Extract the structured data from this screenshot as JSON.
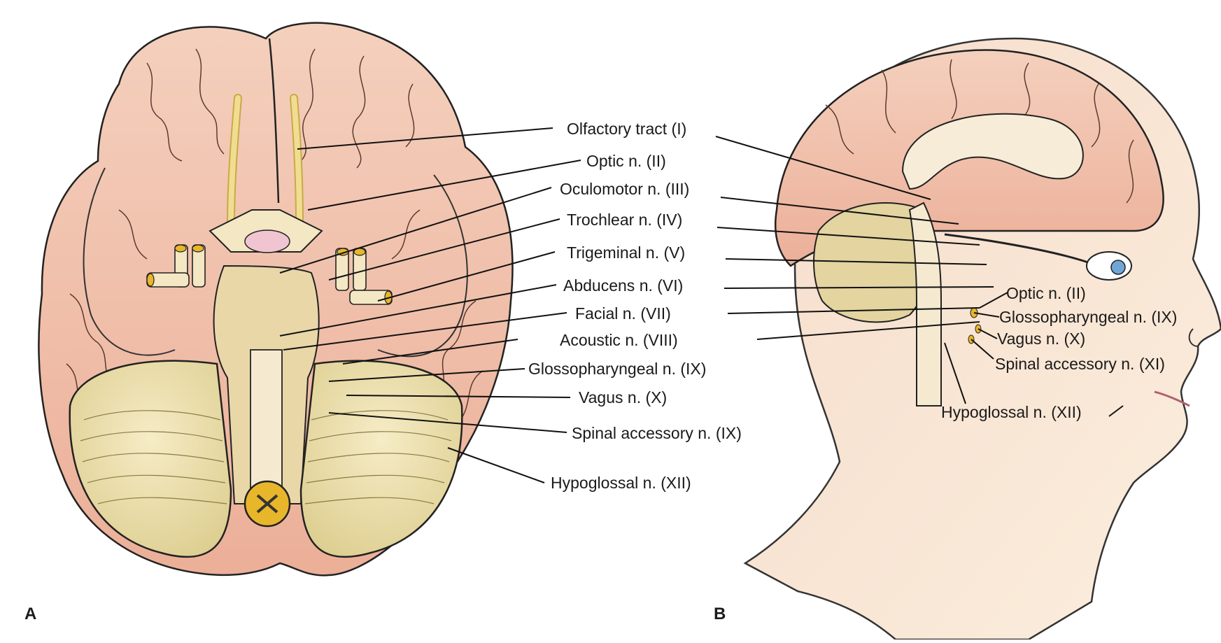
{
  "panel_a": {
    "letter": "A",
    "labels": [
      "Olfactory tract (I)",
      "Optic n. (II)",
      "Oculomotor n. (III)",
      "Trochlear n. (IV)",
      "Trigeminal n. (V)",
      "Abducens n. (VI)",
      "Facial n. (VII)",
      "Acoustic n. (VIII)",
      "Glossopharyngeal n. (IX)",
      "Vagus n. (X)",
      "Spinal accessory n. (IX)",
      "Hypoglossal n. (XII)"
    ]
  },
  "panel_b": {
    "letter": "B",
    "labels": [
      "Optic n. (II)",
      "Glossopharyngeal n. (IX)",
      "Vagus n. (X)",
      "Spinal accessory n. (XI)",
      "Hypoglossal n. (XII)"
    ]
  },
  "colors": {
    "brain": "#f2c7b2",
    "brain_shade": "#e8a994",
    "cerebellum": "#ede0b0",
    "nerve": "#f3e7c4",
    "nerve_highlight": "#e8b62a",
    "skin": "#f8e3cf",
    "eye": "#6fa6d6"
  }
}
